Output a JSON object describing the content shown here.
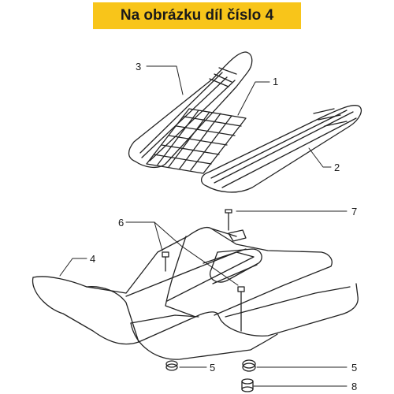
{
  "banner": {
    "text": "Na obrázku díl číslo 4",
    "color": "#f8c51a"
  },
  "callouts": [
    {
      "id": "c3",
      "label": "3"
    },
    {
      "id": "c1",
      "label": "1"
    },
    {
      "id": "c2",
      "label": "2"
    },
    {
      "id": "c6",
      "label": "6"
    },
    {
      "id": "c7",
      "label": "7"
    },
    {
      "id": "c4",
      "label": "4"
    },
    {
      "id": "c5a",
      "label": "5"
    },
    {
      "id": "c5b",
      "label": "5"
    },
    {
      "id": "c8",
      "label": "8"
    }
  ]
}
